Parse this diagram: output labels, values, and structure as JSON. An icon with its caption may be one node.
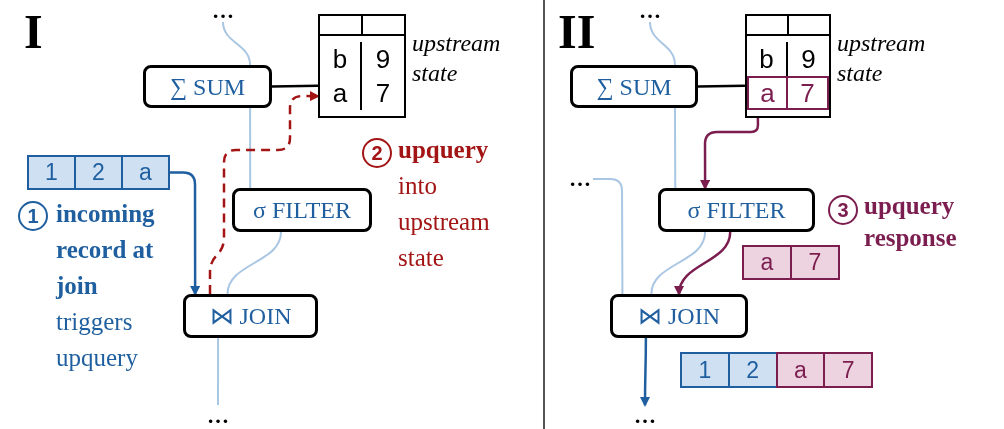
{
  "diagram": {
    "nodes": [
      {
        "text": [
          "…"
        ]
      },
      {
        "text": [
          "∑ SUM"
        ]
      },
      {
        "text": [
          "b",
          "9",
          "a",
          "7"
        ],
        "beside": [
          "upstream state"
        ]
      },
      {
        "text": [
          "1",
          "2",
          "a"
        ]
      },
      {
        "text": [
          "σ FILTER"
        ]
      },
      {
        "text": [
          "⋈ JOIN"
        ]
      },
      {
        "text": [
          "…"
        ]
      },
      {
        "text": [
          "…"
        ]
      },
      {
        "text": [
          "∑ SUM"
        ]
      },
      {
        "text": [
          "b",
          "9",
          "a",
          "7"
        ],
        "beside": [
          "upstream state"
        ]
      },
      {
        "text": [
          "…"
        ]
      },
      {
        "text": [
          "σ FILTER"
        ]
      },
      {
        "text": [
          "a",
          "7"
        ]
      },
      {
        "text": [
          "⋈ JOIN"
        ]
      },
      {
        "text": [
          "1",
          "2",
          "a",
          "7"
        ]
      },
      {
        "text": [
          "…"
        ]
      }
    ],
    "edges": [
      {
        "from": 0,
        "to": 1,
        "arrow": "none"
      },
      {
        "from": 1,
        "to": 4,
        "arrow": "none"
      },
      {
        "from": 4,
        "to": 5,
        "arrow": "none"
      },
      {
        "from": 5,
        "to": 6,
        "arrow": "none"
      },
      {
        "from": 1,
        "to": 2,
        "arrow": "none",
        "color": "#000000"
      },
      {
        "from": 3,
        "to": 5,
        "arrow": "to",
        "color": "#1f5f9f"
      },
      {
        "from": 5,
        "to": 2,
        "arrow": "to",
        "style": "dashed",
        "color": "#a31515"
      },
      {
        "from": 7,
        "to": 8,
        "arrow": "none"
      },
      {
        "from": 8,
        "to": 11,
        "arrow": "none"
      },
      {
        "from": 11,
        "to": 13,
        "arrow": "none"
      },
      {
        "from": 10,
        "to": 13,
        "arrow": "none"
      },
      {
        "from": 8,
        "to": 9,
        "arrow": "none",
        "color": "#000000"
      },
      {
        "from": 9,
        "to": 11,
        "arrow": "to",
        "color": "#7b1e4f"
      },
      {
        "from": 11,
        "to": 13,
        "arrow": "to",
        "color": "#7b1e4f"
      },
      {
        "from": 13,
        "to": 15,
        "arrow": "to",
        "color": "#1f5f9f"
      }
    ],
    "labels": [
      "I",
      "1",
      "**incoming record at join** triggers upquery",
      "2",
      "**upquery** into upstream state",
      "II",
      "3",
      "upquery response"
    ]
  }
}
